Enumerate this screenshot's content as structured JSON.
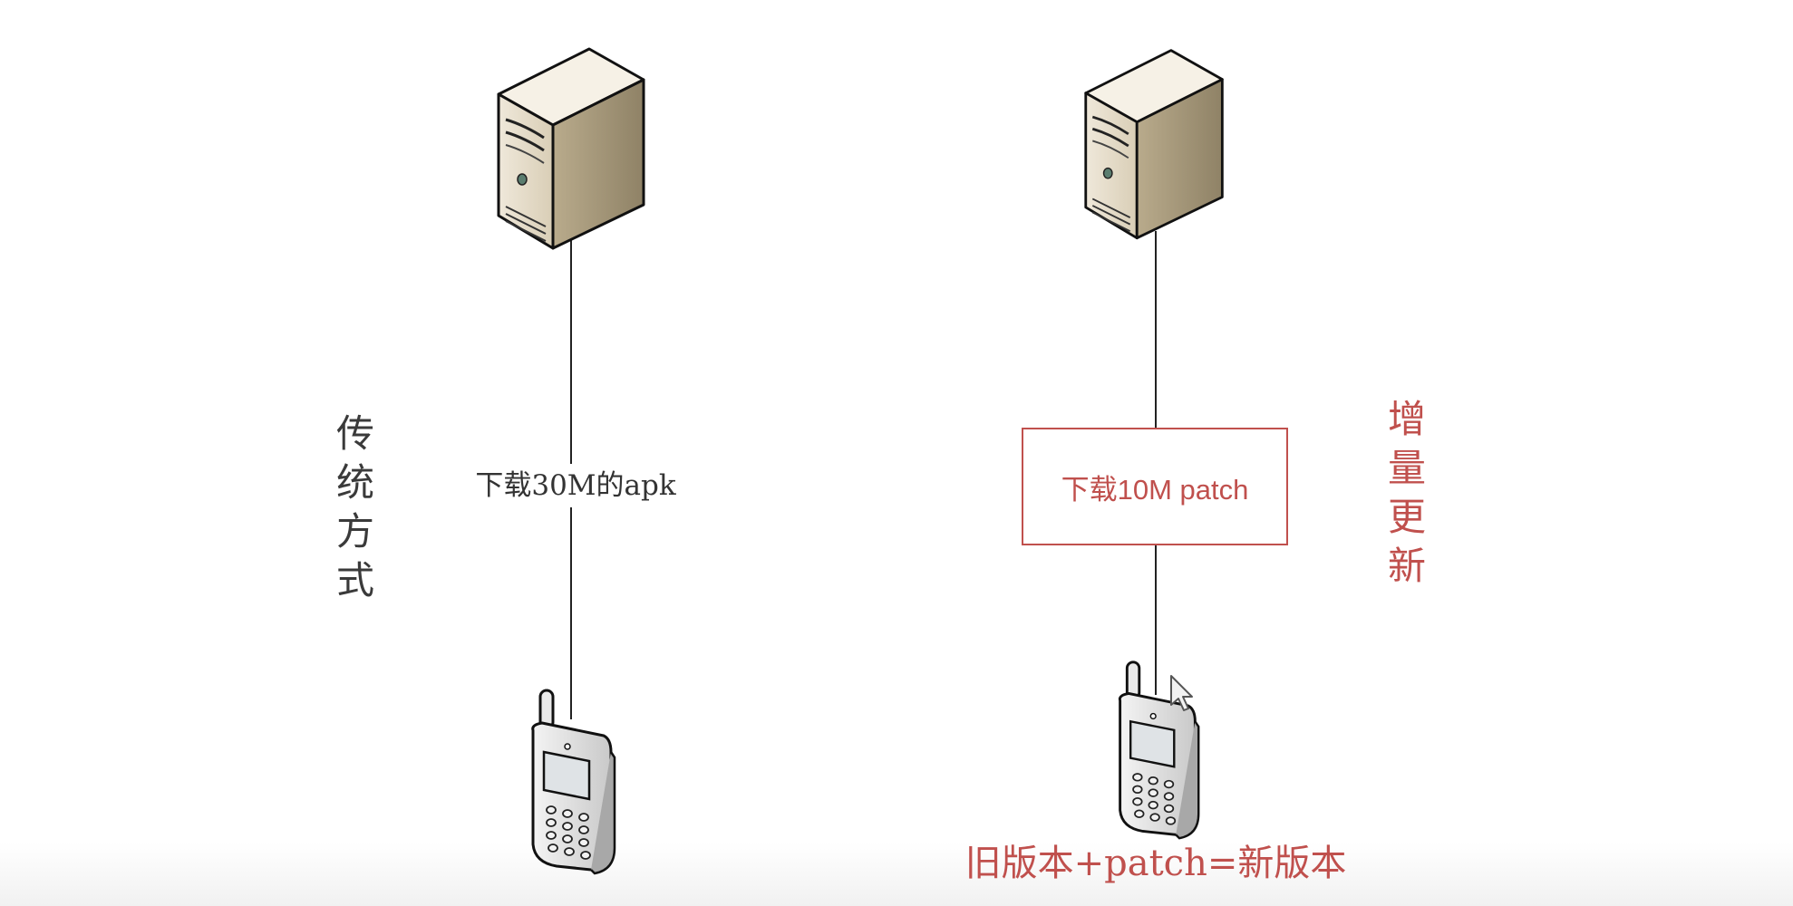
{
  "traditional": {
    "label_chars": [
      "传",
      "统",
      "方",
      "式"
    ],
    "download_caption": "下载30M的apk"
  },
  "incremental": {
    "label_chars": [
      "增",
      "量",
      "更",
      "新"
    ],
    "download_caption": "下载10M patch",
    "result_caption": "旧版本+patch=新版本"
  },
  "colors": {
    "accent_red": "#c0504d",
    "text_dark": "#333333",
    "line": "#222222"
  },
  "icons": [
    "server-icon",
    "phone-icon",
    "mouse-cursor-icon"
  ]
}
